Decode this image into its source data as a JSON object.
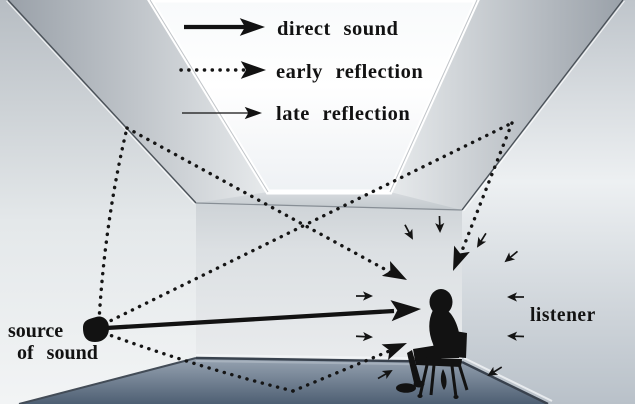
{
  "legend": {
    "items": [
      {
        "id": "direct-sound",
        "label": "direct sound",
        "icon": "thick-arrow-icon",
        "line_style": "solid-thick"
      },
      {
        "id": "early-reflection",
        "label": "early reflection",
        "icon": "dotted-arrow-icon",
        "line_style": "dotted"
      },
      {
        "id": "late-reflection",
        "label": "late reflection",
        "icon": "thin-arrow-icon",
        "line_style": "solid-thin"
      }
    ]
  },
  "labels": {
    "source_line1": "source",
    "source_line2": "of sound",
    "listener": "listener"
  },
  "diagram": {
    "source": "sound source dot at left, on back-left of room",
    "listener": "person seated on a chair near back-right corner, facing left",
    "paths": [
      {
        "type": "direct",
        "from": "source",
        "to": "listener"
      },
      {
        "type": "early-reflection",
        "from": "source",
        "via": "left wall / ceiling edge",
        "to": "listener"
      },
      {
        "type": "early-reflection",
        "from": "source",
        "via": "right wall / ceiling edge",
        "to": "listener"
      },
      {
        "type": "early-reflection",
        "from": "source",
        "via": "floor",
        "to": "listener"
      },
      {
        "type": "late-reflection",
        "description": "10 small arrows converging on listener from all directions"
      }
    ]
  },
  "colors": {
    "ink": "#121212",
    "dot_ink": "#151515",
    "skylight_white": "#fdfefe",
    "wall_highlight": "#f2f4f6",
    "wall_shadow": "#b7bdc3",
    "ceiling_shadow": "#9aa1a9",
    "floor_back": "#97a3b1",
    "floor_front": "#506175"
  }
}
